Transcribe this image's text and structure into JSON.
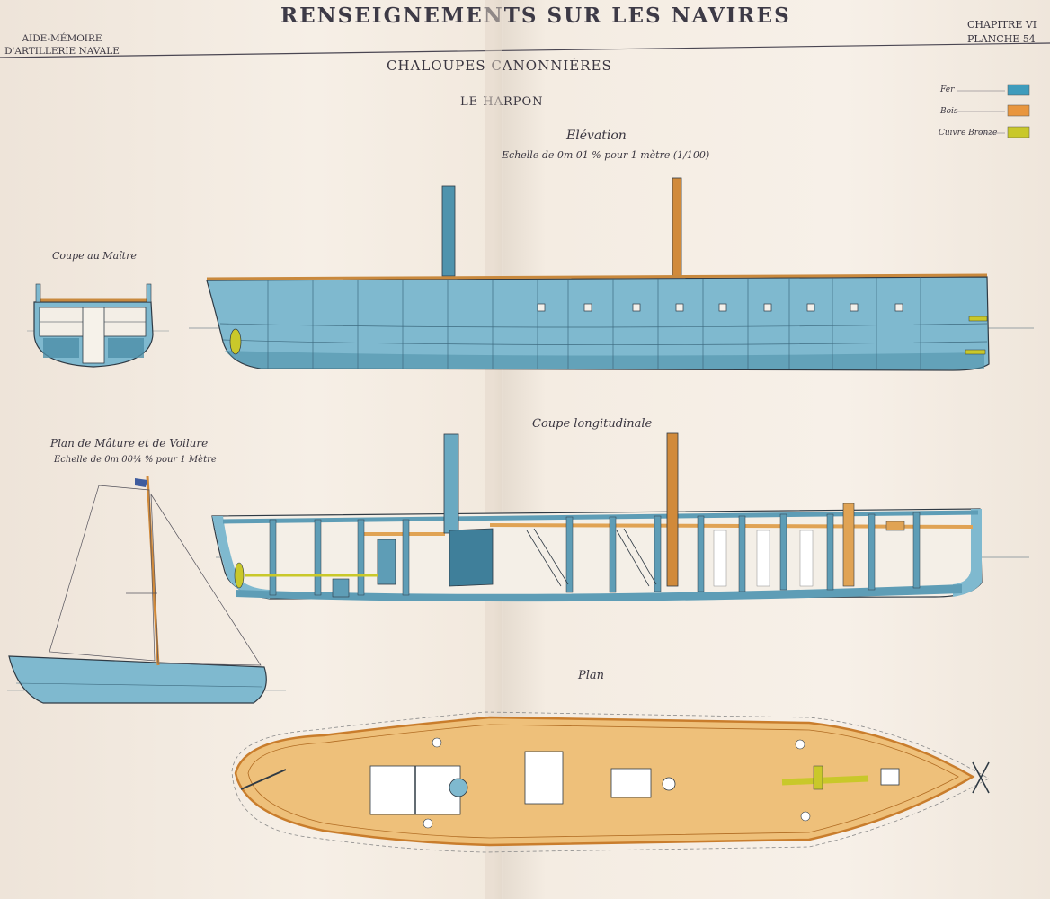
{
  "header": {
    "main_title": "RENSEIGNEMENTS SUR LES NAVIRES",
    "left_line1": "AIDE-MÉMOIRE",
    "left_line2": "D'ARTILLERIE NAVALE",
    "right_line1": "CHAPITRE VI",
    "right_line2": "PLANCHE 54"
  },
  "titles": {
    "class_title": "CHALOUPES CANONNIÈRES",
    "ship_name": "LE HARPON"
  },
  "legend": [
    {
      "label": "Fer",
      "color": "#3f9cbc"
    },
    {
      "label": "Bois",
      "color": "#e8963e"
    },
    {
      "label": "Cuivre Bronze",
      "color": "#c9c82a"
    }
  ],
  "views": {
    "elevation": {
      "title": "Elévation",
      "scale": "Echelle de 0m 01 % pour 1 mètre (1/100)"
    },
    "midship": {
      "title": "Coupe au Maître"
    },
    "longitudinal": {
      "title": "Coupe longitudinale"
    },
    "sail_plan": {
      "title": "Plan de Mâture et de Voilure",
      "scale": "Echelle de 0m 00¼ % pour 1 Mètre"
    },
    "plan": {
      "title": "Plan"
    }
  },
  "colors": {
    "paper": "#f3eadf",
    "iron": "#7fb9cf",
    "iron_dark": "#3f7f9a",
    "wood": "#eec07a",
    "wood_dark": "#c97d2c",
    "bronze": "#c9c82a",
    "ink": "#2f3a44"
  }
}
